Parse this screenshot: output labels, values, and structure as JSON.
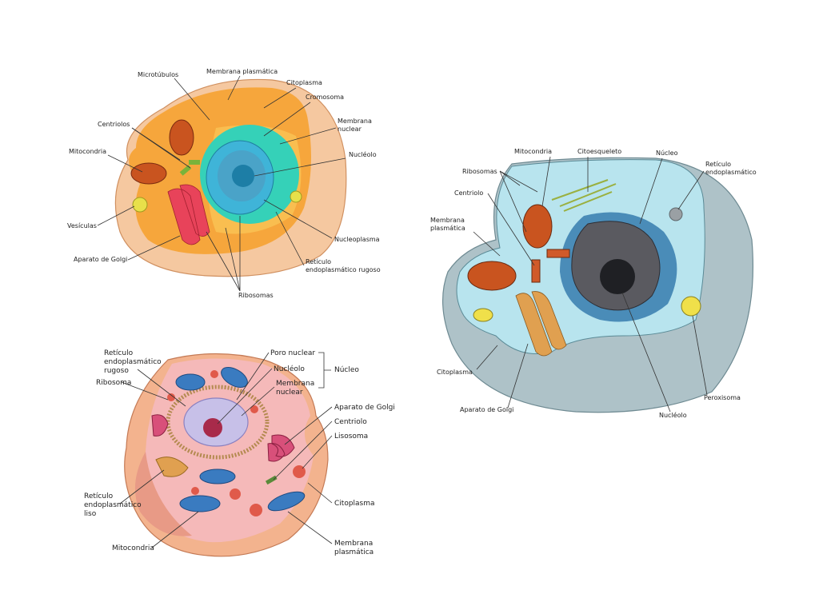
{
  "diagram1": {
    "labels": {
      "microtubulos": "Microtúbulos",
      "membrana_plasmatica": "Membrana plasmática",
      "citoplasma": "Citoplasma",
      "cromosoma": "Cromosoma",
      "centriolos": "Centriolos",
      "membrana_nuclear_1": "Membrana",
      "membrana_nuclear_2": "nuclear",
      "mitocondria": "Mitocondria",
      "nucleolo": "Nucléolo",
      "vesiculas": "Vesículas",
      "nucleoplasma": "Nucleoplasma",
      "aparato_golgi": "Aparato de Golgi",
      "reticulo_rugoso_1": "Retículo",
      "reticulo_rugoso_2": "endoplasmático rugoso",
      "ribosomas": "Ribosomas"
    },
    "colors": {
      "cell": "#f6a63c",
      "cytoplasm": "#fbcf5e",
      "outer": "#f5c8a0",
      "nucleus": "#3fb4d8",
      "er": "#35d1b8",
      "golgi": "#e8435a"
    }
  },
  "diagram2": {
    "labels": {
      "mitocondria": "Mitocondria",
      "citoesqueleto": "Citoesqueleto",
      "nucleo": "Núcleo",
      "reticulo_1": "Retículo",
      "reticulo_2": "endoplasmático",
      "ribosomas": "Ribosomas",
      "centriolo": "Centriolo",
      "membrana_1": "Membrana",
      "membrana_2": "plasmática",
      "citoplasma": "Citoplasma",
      "aparato_golgi": "Aparato de Golgi",
      "peroxisoma": "Peroxisoma",
      "nucleolo": "Nucléolo"
    },
    "colors": {
      "cytoplasm": "#b8e4ee",
      "outer": "#aec2c8",
      "nucleus": "#5a5a60",
      "golgi": "#e0a050"
    }
  },
  "diagram3": {
    "labels": {
      "reticulo_rugoso_1": "Retículo",
      "reticulo_rugoso_2": "endoplasmático",
      "reticulo_rugoso_3": "rugoso",
      "ribosoma": "Ribosoma",
      "poro_nuclear": "Poro nuclear",
      "nucleolo": "Nucléolo",
      "membrana_nuclear_1": "Membrana",
      "membrana_nuclear_2": "nuclear",
      "nucleo": "Núcleo",
      "aparato_golgi": "Aparato de Golgi",
      "centriolo": "Centriolo",
      "lisosoma": "Lisosoma",
      "reticulo_liso_1": "Retículo",
      "reticulo_liso_2": "endoplasmático",
      "reticulo_liso_3": "liso",
      "citoplasma": "Citoplasma",
      "mitocondria": "Mitocondria",
      "membrana_plasmatica_1": "Membrana",
      "membrana_plasmatica_2": "plasmática"
    },
    "colors": {
      "outer": "#f3b38e",
      "cytoplasm": "#f5b9b9",
      "nucleus": "#c7c0e8",
      "mito": "#3a7bc0",
      "lysosome": "#e05a4a"
    }
  }
}
